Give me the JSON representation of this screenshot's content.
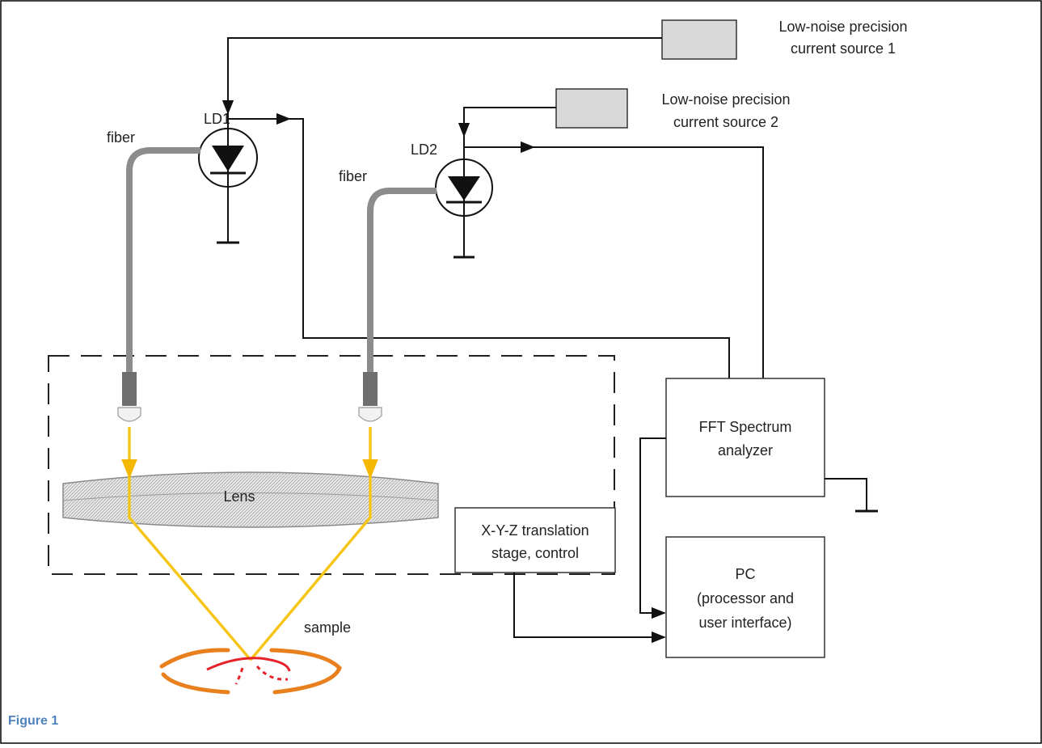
{
  "figure": {
    "caption": "Figure 1"
  },
  "labels": {
    "source1_line1": "Low-noise precision",
    "source1_line2": "current source 1",
    "source2_line1": "Low-noise precision",
    "source2_line2": "current source 2",
    "ld1": "LD1",
    "ld2": "LD2",
    "fiber1": "fiber",
    "fiber2": "fiber",
    "lens": "Lens",
    "stage_line1": "X-Y-Z translation",
    "stage_line2": "stage, control",
    "fft_line1": "FFT Spectrum",
    "fft_line2": "analyzer",
    "pc_line1": "PC",
    "pc_line2": "(processor and",
    "pc_line3": "user interface)",
    "sample": "sample"
  },
  "colors": {
    "wire": "#111111",
    "fiber": "#8c8c8c",
    "beam": "#f5c518",
    "source_fill": "#d9d9d9",
    "sample_outer": "#e8801e",
    "sample_inner": "#e8202a",
    "caption": "#4f81bd"
  }
}
